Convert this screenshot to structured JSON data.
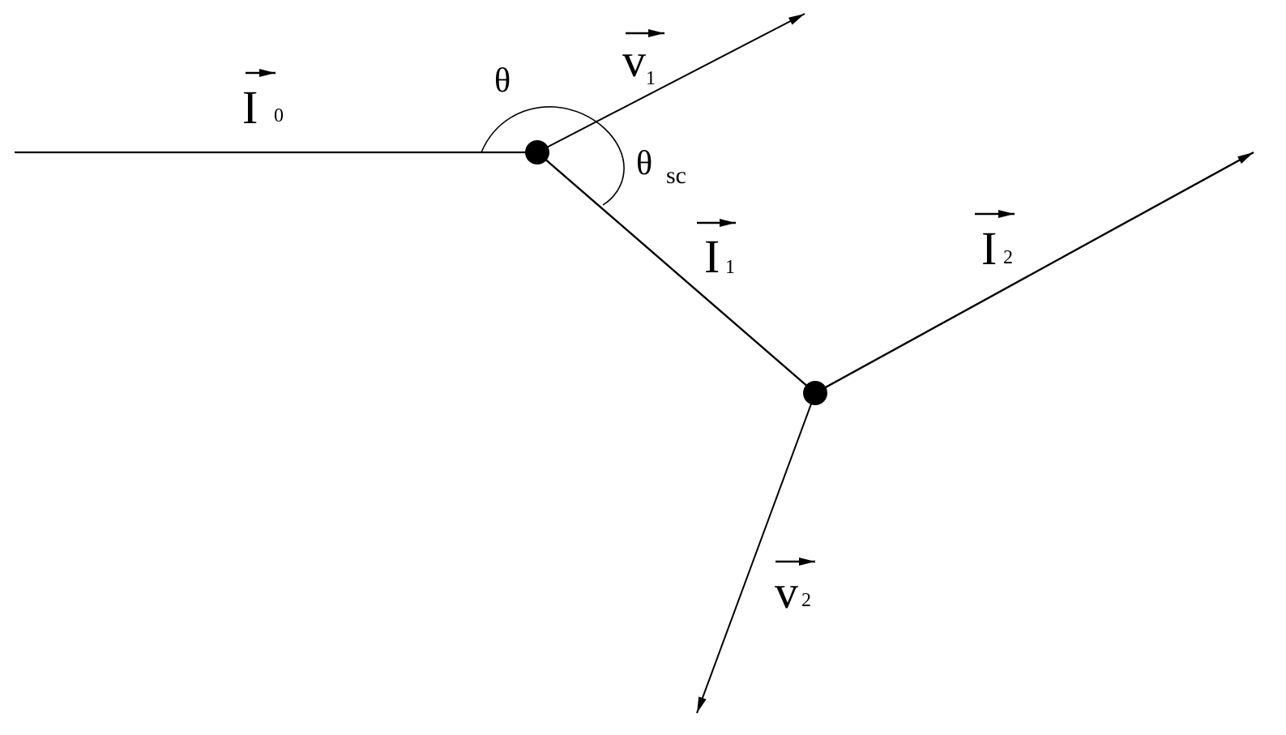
{
  "diagram": {
    "labels": {
      "I0": {
        "symbol": "I",
        "subscript": "0"
      },
      "theta": {
        "symbol": "θ"
      },
      "v1": {
        "symbol": "v",
        "subscript": "1"
      },
      "theta_sc": {
        "symbol": "θ",
        "subscript": "sc"
      },
      "I1": {
        "symbol": "I",
        "subscript": "1"
      },
      "I2": {
        "symbol": "I",
        "subscript": "2"
      },
      "v2": {
        "symbol": "v",
        "subscript": "2"
      }
    },
    "colors": {
      "stroke": "#000000",
      "background": "#ffffff"
    }
  }
}
